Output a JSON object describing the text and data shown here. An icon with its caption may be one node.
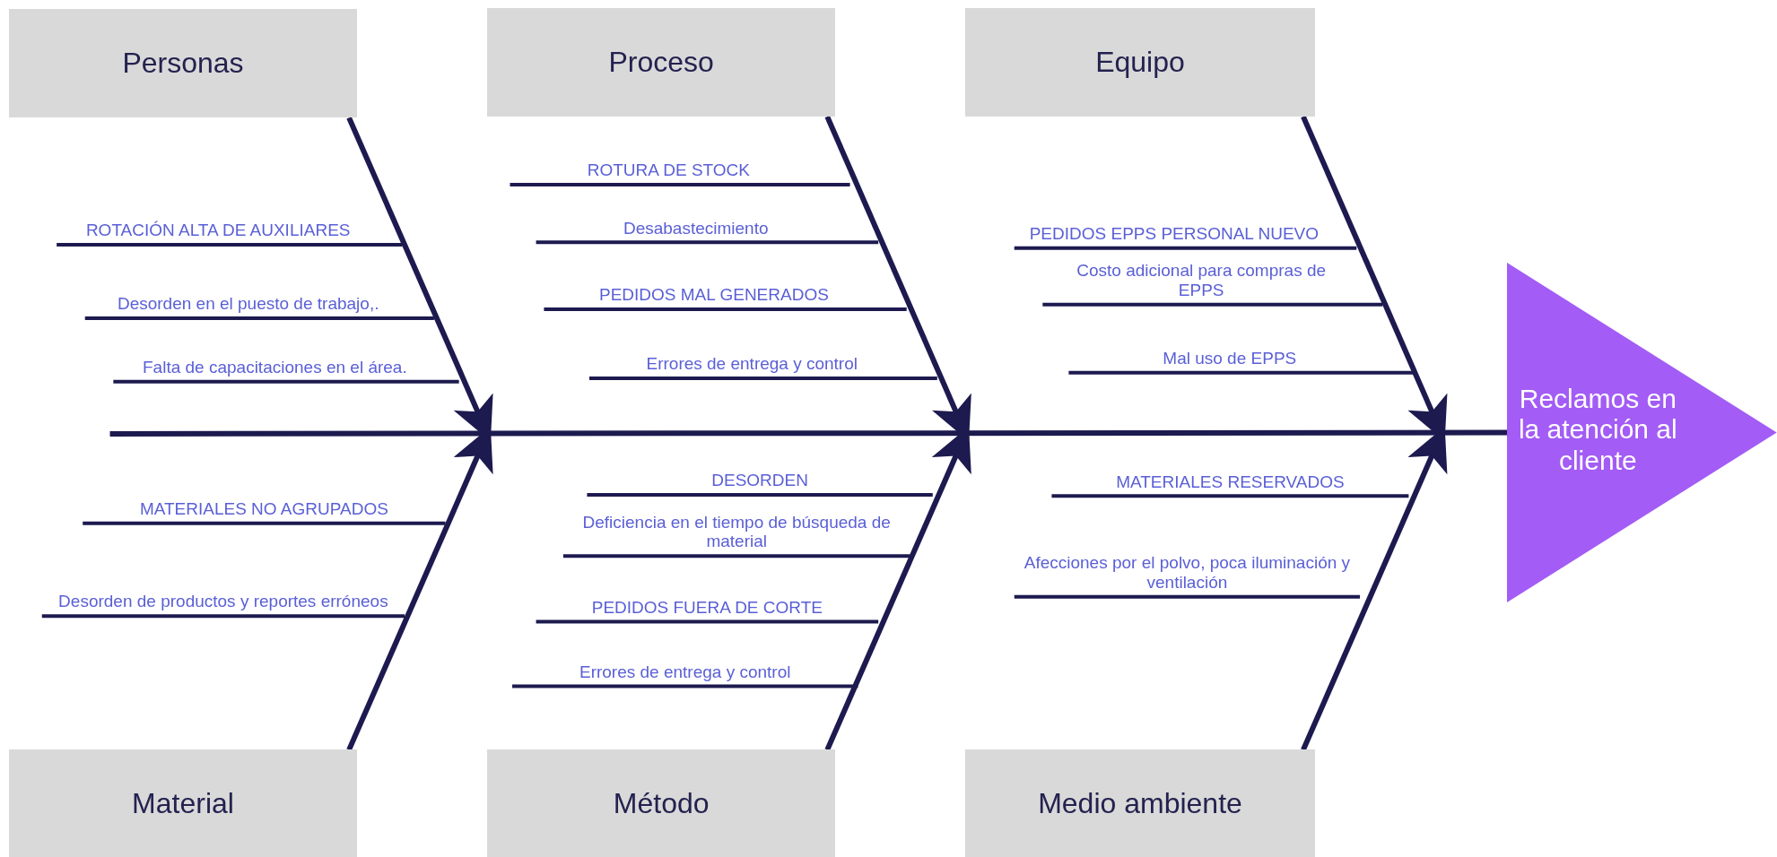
{
  "diagram": {
    "nodes": [
      {
        "text": [
          "Personas"
        ]
      },
      {
        "text": [
          "Proceso"
        ]
      },
      {
        "text": [
          "Equipo"
        ]
      },
      {
        "text": [
          "Material"
        ]
      },
      {
        "text": [
          "Método"
        ]
      },
      {
        "text": [
          "Medio ambiente"
        ]
      },
      {
        "text": [
          "Reclamos en la atención al cliente"
        ]
      }
    ],
    "edges": [
      {
        "from": 0,
        "to": null,
        "arrow": "to"
      },
      {
        "from": 1,
        "to": null,
        "arrow": "to"
      },
      {
        "from": 2,
        "to": null,
        "arrow": "to"
      },
      {
        "from": 3,
        "to": null,
        "arrow": "to"
      },
      {
        "from": 4,
        "to": null,
        "arrow": "to"
      },
      {
        "from": 5,
        "to": null,
        "arrow": "to"
      },
      {
        "from": null,
        "to": 6,
        "arrow": "none"
      }
    ],
    "labels": [
      "ROTACIÓN ALTA DE AUXILIARES",
      "Desorden en el puesto de trabajo,.",
      "Falta de capacitaciones en el área.",
      "ROTURA DE STOCK",
      "Desabastecimiento",
      "PEDIDOS MAL GENERADOS",
      "Errores de entrega y control",
      "PEDIDOS EPPS PERSONAL NUEVO",
      "Costo adicional para compras de EPPS",
      "Mal uso de EPPS",
      "MATERIALES NO AGRUPADOS",
      "Desorden de productos y reportes erróneos",
      "DESORDEN",
      "Deficiencia en el tiempo de búsqueda de material",
      "PEDIDOS FUERA DE CORTE",
      "Errores de entrega y control",
      "MATERIALES RESERVADOS",
      "Afecciones por el polvo, poca iluminación y ventilación"
    ]
  }
}
